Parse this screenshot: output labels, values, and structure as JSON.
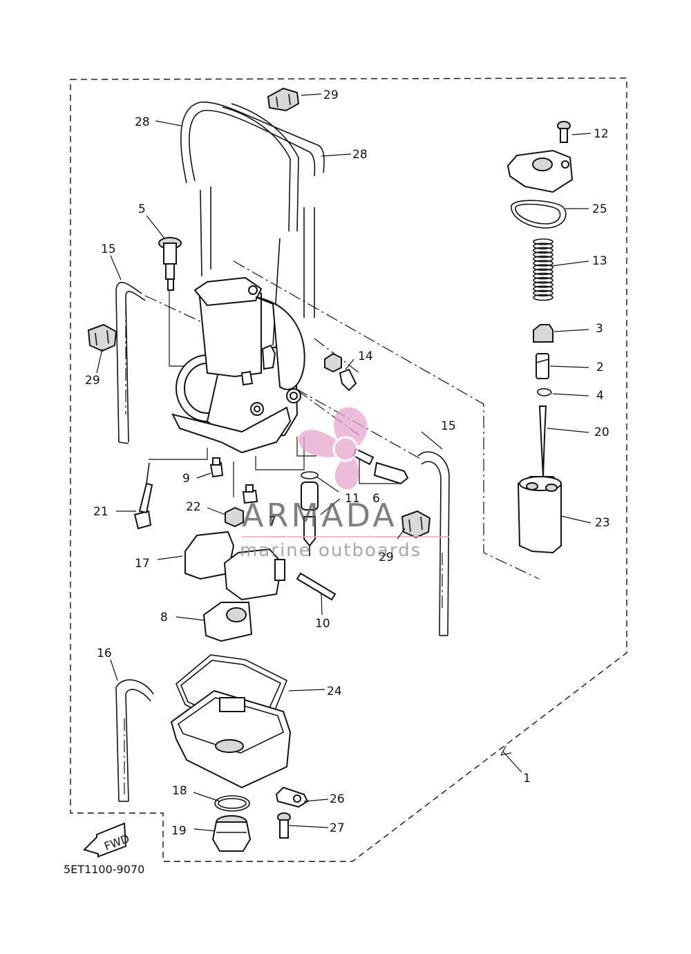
{
  "diagram": {
    "code": "5ET1100-9070",
    "fwd_label": "FWD",
    "labels": {
      "l1": "1",
      "l2": "2",
      "l3": "3",
      "l4": "4",
      "l5": "5",
      "l6": "6",
      "l7": "7",
      "l8": "8",
      "l9": "9",
      "l10": "10",
      "l11": "11",
      "l12": "12",
      "l13": "13",
      "l14": "14",
      "l15a": "15",
      "l15b": "15",
      "l16": "16",
      "l17": "17",
      "l18": "18",
      "l19": "19",
      "l20": "20",
      "l21": "21",
      "l22": "22",
      "l23": "23",
      "l24": "24",
      "l25": "25",
      "l26": "26",
      "l27": "27",
      "l28a": "28",
      "l28b": "28",
      "l29a": "29",
      "l29b": "29",
      "l29c": "29"
    }
  },
  "watermark": {
    "brand": "ARMADA",
    "tagline": "marine outboards",
    "color": "#e7a6cf"
  }
}
